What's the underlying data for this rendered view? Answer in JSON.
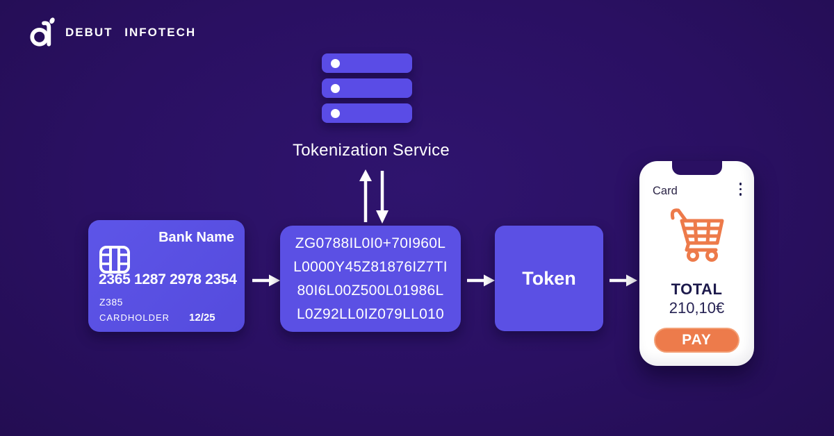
{
  "colors": {
    "background": "#2A1062",
    "box_purple": "#5B50E4",
    "orange": "#ED7B4B",
    "navy_text": "#1D1A4C"
  },
  "logo": {
    "brand": "DEBUT INFOTECH",
    "icon": "debut-infotech-mark"
  },
  "service": {
    "label": "Tokenization Service",
    "server_count": 3
  },
  "card": {
    "bank_name": "Bank Name",
    "number": "2365 1287 2978 2354",
    "code": "Z385",
    "holder_label": "CARDHOLDER",
    "expiry": "12/25"
  },
  "token_string": {
    "lines": [
      "ZG0788IL0I0+70I960L",
      "L0000Y45Z81876IZ7TI",
      "80I6L00Z500L01986L",
      "L0Z92LL0IZ079LL010"
    ]
  },
  "token": {
    "label": "Token"
  },
  "phone": {
    "header": "Card",
    "total_label": "TOTAL",
    "total_value": "210,10€",
    "pay_label": "PAY"
  }
}
